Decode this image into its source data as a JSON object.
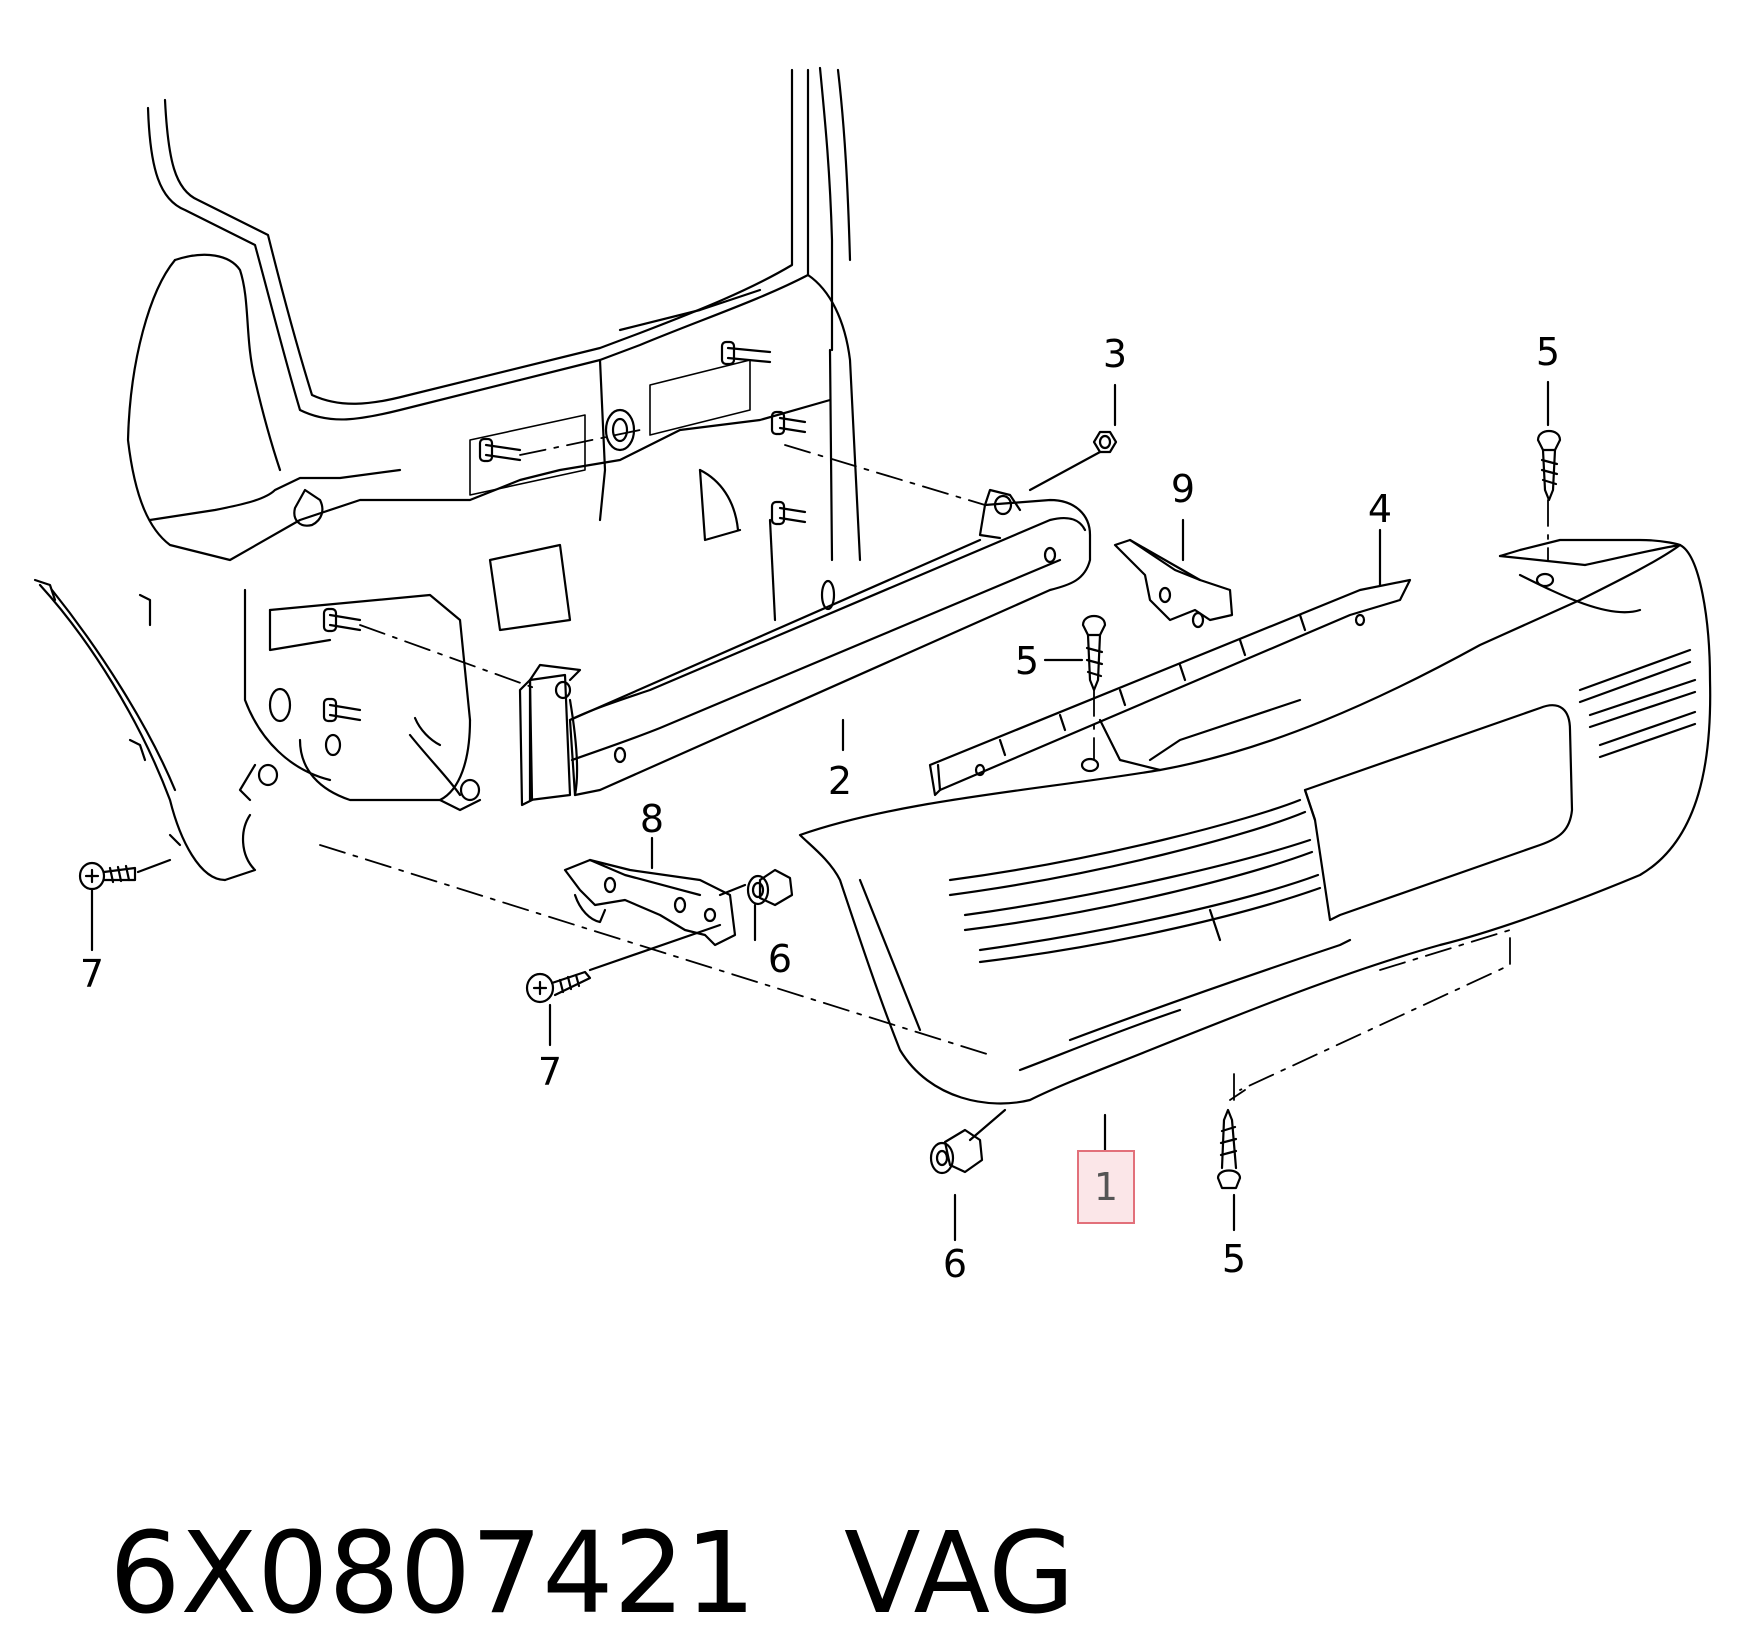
{
  "callouts": {
    "c1": "1",
    "c2": "2",
    "c3": "3",
    "c4": "4",
    "c5a": "5",
    "c5b": "5",
    "c5c": "5",
    "c6a": "6",
    "c6b": "6",
    "c7a": "7",
    "c7b": "7",
    "c8": "8",
    "c9": "9"
  },
  "highlighted_callout": "1",
  "highlight_color": "#e2707a",
  "footer": {
    "part_number": "6X0807421",
    "brand": "VAG"
  }
}
